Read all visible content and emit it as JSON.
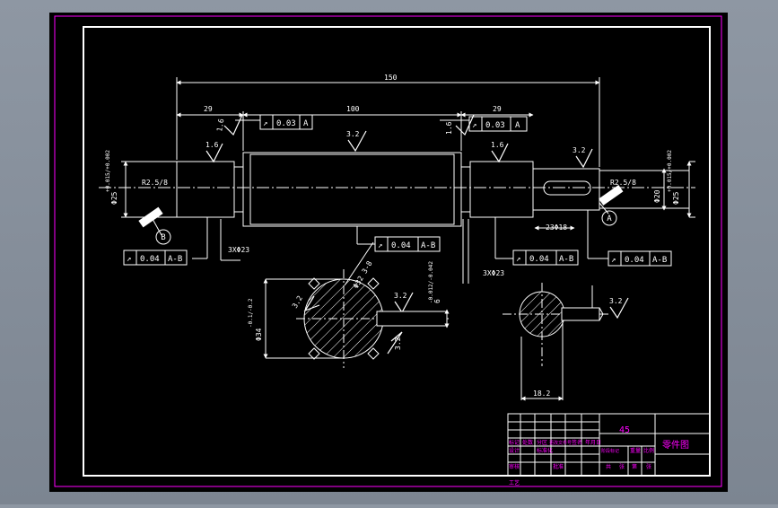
{
  "colors": {
    "background": "#000000",
    "frame": "#ffffff",
    "sheet_border": "#ff00ff",
    "title_block_text": "#ff00ff",
    "viewport_outer": "#8e97a3"
  },
  "dimensions": {
    "overall": "150",
    "left_segment": "29",
    "middle_segment": "100",
    "right_segment": "29",
    "left_diameter": "Φ25",
    "left_diameter_tol": "+0.015/+0.002",
    "right_diameter": "Φ25",
    "right_diameter_tol": "+0.015/+0.002",
    "right_step_diameter": "Φ20",
    "left_fillet": "R2.5/8",
    "right_fillet": "R2.5/8",
    "undercut_left": "3XΦ23",
    "undercut_right": "3XΦ23",
    "right_end": "23Φ18",
    "section_a_dia": "Φ34",
    "section_a_key": "6",
    "section_a_key_tol": "-0.012/-0.042",
    "section_a_tol": "-0.1/-0.2",
    "section_a_angle": "Φ32 3-8",
    "section_b_dim": "18.2"
  },
  "tolerances": {
    "runout_top_left": {
      "value": "0.03",
      "datum": "A"
    },
    "runout_top_right": {
      "value": "0.03",
      "datum": "A"
    },
    "runout_bottom_middle": {
      "value": "0.04",
      "datum": "A-B"
    },
    "runout_bottom_right_a": {
      "value": "0.04",
      "datum": "A-B"
    },
    "runout_bottom_right_b": {
      "value": "0.04",
      "datum": "A-B"
    },
    "runout_left": {
      "value": "0.04",
      "datum": "A-B"
    }
  },
  "roughness": {
    "r1": "1.6",
    "r2": "1.6",
    "r3": "3.2",
    "r4": "1.6",
    "r5": "1.6",
    "r6": "3.2",
    "r7": "3.2",
    "r8": "3.2",
    "r9": "3.2",
    "r10": "3.2"
  },
  "datums": {
    "left": "B",
    "right": "A"
  },
  "title_block": {
    "material": "45",
    "drawing_name": "零件图",
    "rows_left": [
      "标记",
      "处数",
      "分区",
      "更改文件号",
      "签名",
      "年月日"
    ],
    "rows_mid": [
      "设计",
      "标准化",
      "阶段标记",
      "重量",
      "比例"
    ],
    "rows_bot": [
      "审核",
      "工艺",
      "批准",
      "共",
      "张",
      "第",
      "张"
    ]
  }
}
